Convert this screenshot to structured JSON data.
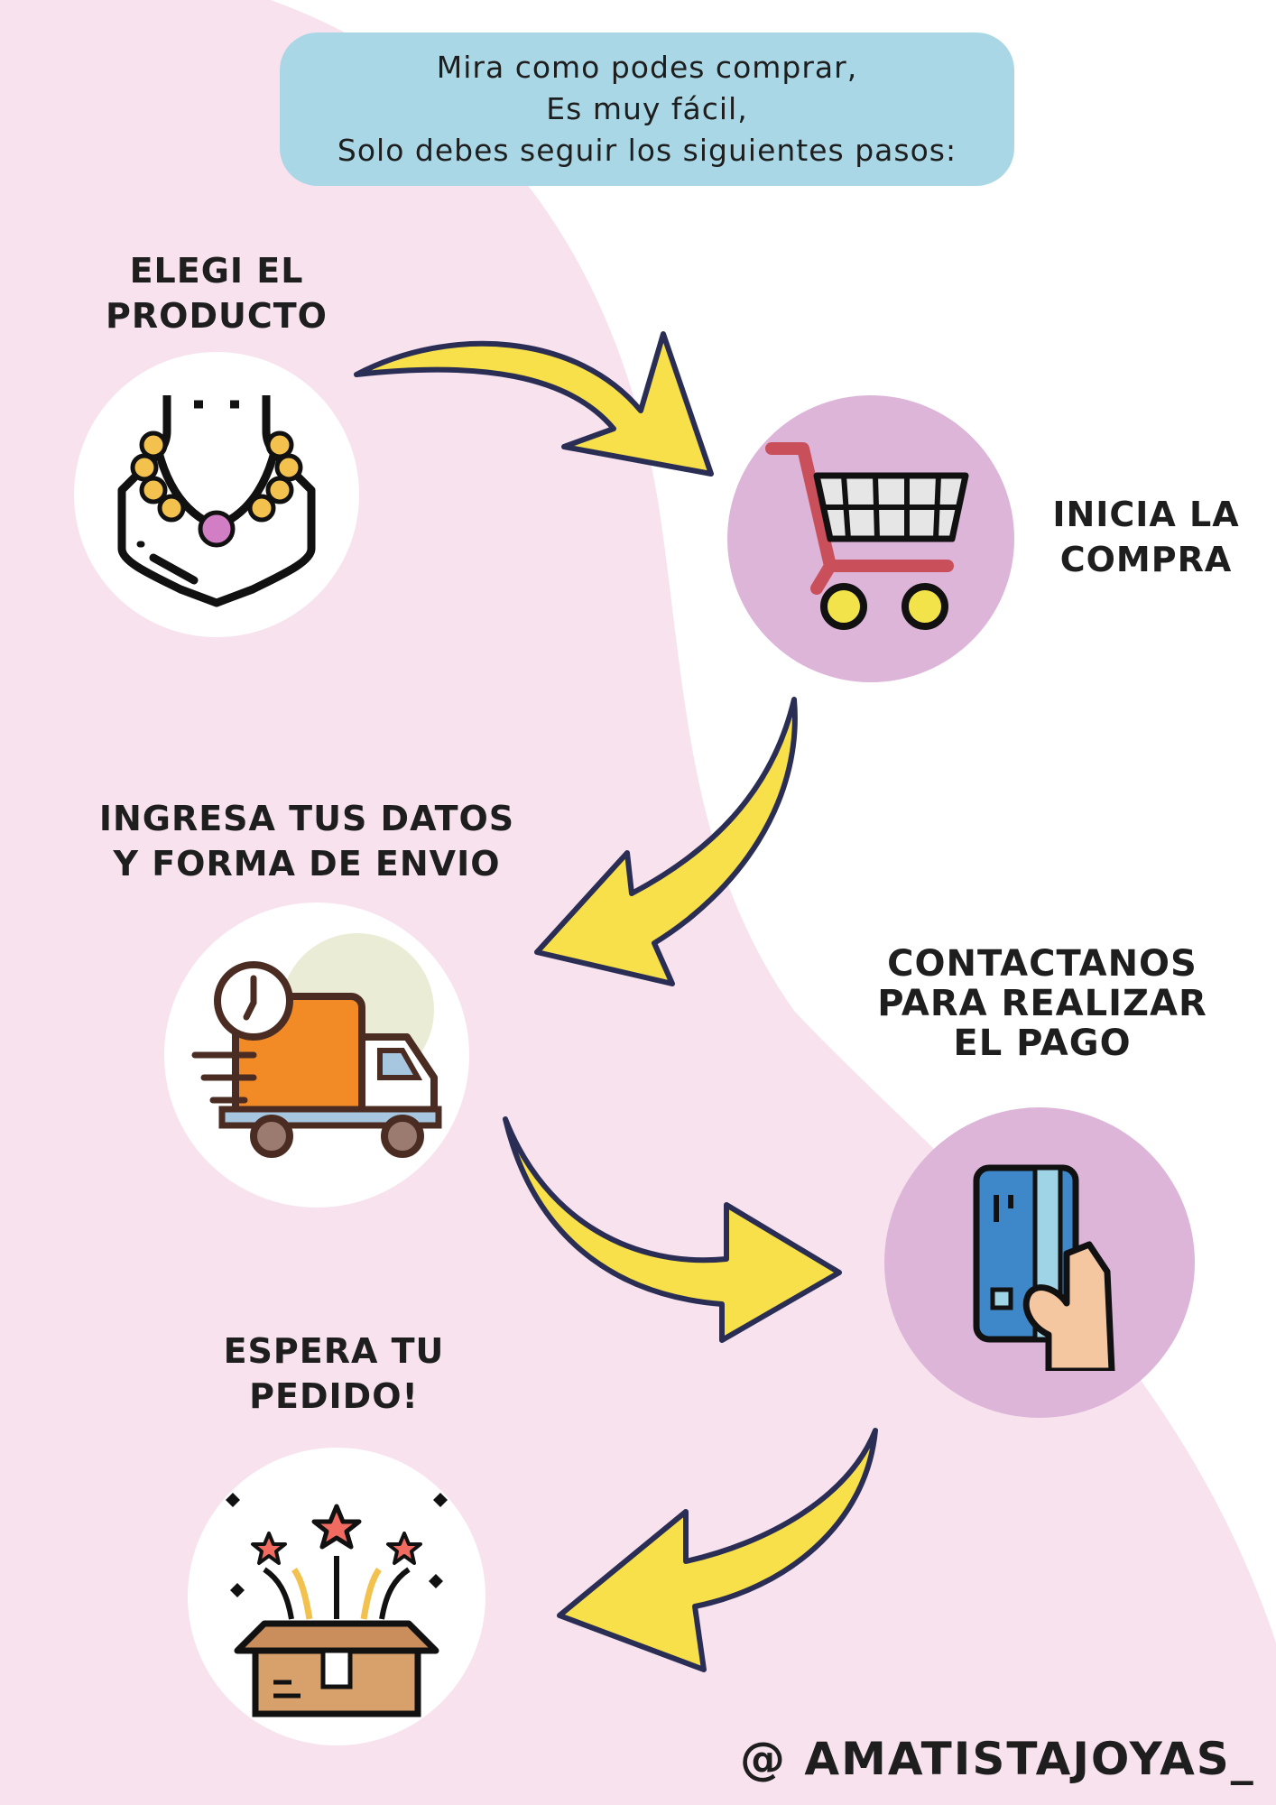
{
  "header": {
    "lines": [
      "Mira como podes comprar,",
      "Es muy fácil,",
      "Solo debes seguir los siguientes pasos:"
    ]
  },
  "steps": [
    {
      "lines": [
        "ELEGI EL",
        "PRODUCTO"
      ],
      "icon": "necklace-icon"
    },
    {
      "lines": [
        "INICIA LA",
        "COMPRA"
      ],
      "icon": "shopping-cart-icon"
    },
    {
      "lines": [
        "INGRESA TUS DATOS",
        "Y FORMA DE ENVIO"
      ],
      "icon": "delivery-truck-icon"
    },
    {
      "lines": [
        "CONTACTANOS",
        "PARA REALIZAR",
        "EL PAGO"
      ],
      "icon": "credit-card-hand-icon"
    },
    {
      "lines": [
        "ESPERA TU",
        "PEDIDO!"
      ],
      "icon": "gift-box-icon"
    }
  ],
  "footer": {
    "handle": "@ AMATISTAJOYAS_"
  },
  "colors": {
    "background_pink": "#f7e2ee",
    "banner_blue": "#a9d7e6",
    "circle_purple": "#ddb5d9",
    "arrow_yellow": "#f7e04a",
    "outline_navy": "#2a2e55"
  }
}
